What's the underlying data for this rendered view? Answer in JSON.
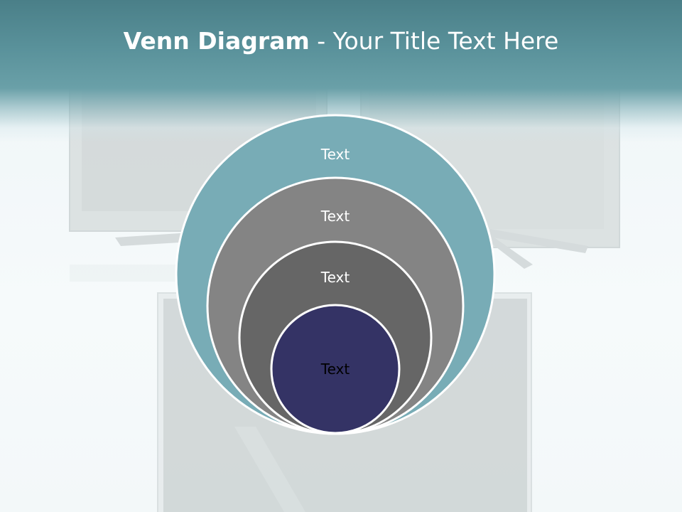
{
  "title": {
    "strong": "Venn Diagram",
    "rest": " - Your Title Text Here"
  },
  "diagram": {
    "circles": [
      {
        "label": "Text",
        "color": "#78acb6",
        "text_color": "#ffffff"
      },
      {
        "label": "Text",
        "color": "#848484",
        "text_color": "#ffffff"
      },
      {
        "label": "Text",
        "color": "#666666",
        "text_color": "#ffffff"
      },
      {
        "label": "Text",
        "color": "#343365",
        "text_color": "#000000"
      }
    ]
  },
  "colors": {
    "title_bar": "#5a929b",
    "circle_outline": "#ffffff",
    "background": "#f5fafb"
  }
}
